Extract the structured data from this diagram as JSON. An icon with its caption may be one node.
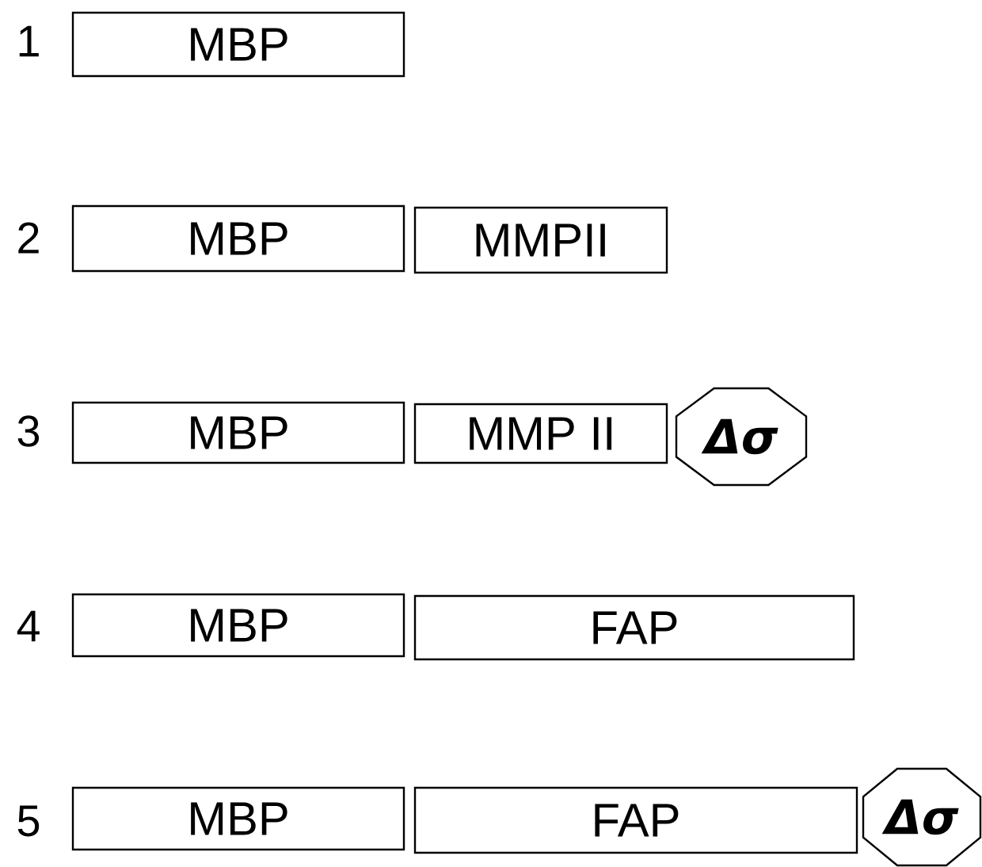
{
  "diagram": {
    "nodes": [
      {
        "text": [
          "MBP"
        ]
      },
      {
        "text": [
          "MBP"
        ]
      },
      {
        "text": [
          "MMPII"
        ]
      },
      {
        "text": [
          "MBP"
        ]
      },
      {
        "text": [
          "MMP II"
        ]
      },
      {
        "text": [
          "Δσ"
        ]
      },
      {
        "text": [
          "MBP"
        ]
      },
      {
        "text": [
          "FAP"
        ]
      },
      {
        "text": [
          "MBP"
        ]
      },
      {
        "text": [
          "FAP"
        ]
      },
      {
        "text": [
          "Δσ"
        ]
      }
    ],
    "labels": [
      "1",
      "2",
      "3",
      "4",
      "5"
    ]
  }
}
